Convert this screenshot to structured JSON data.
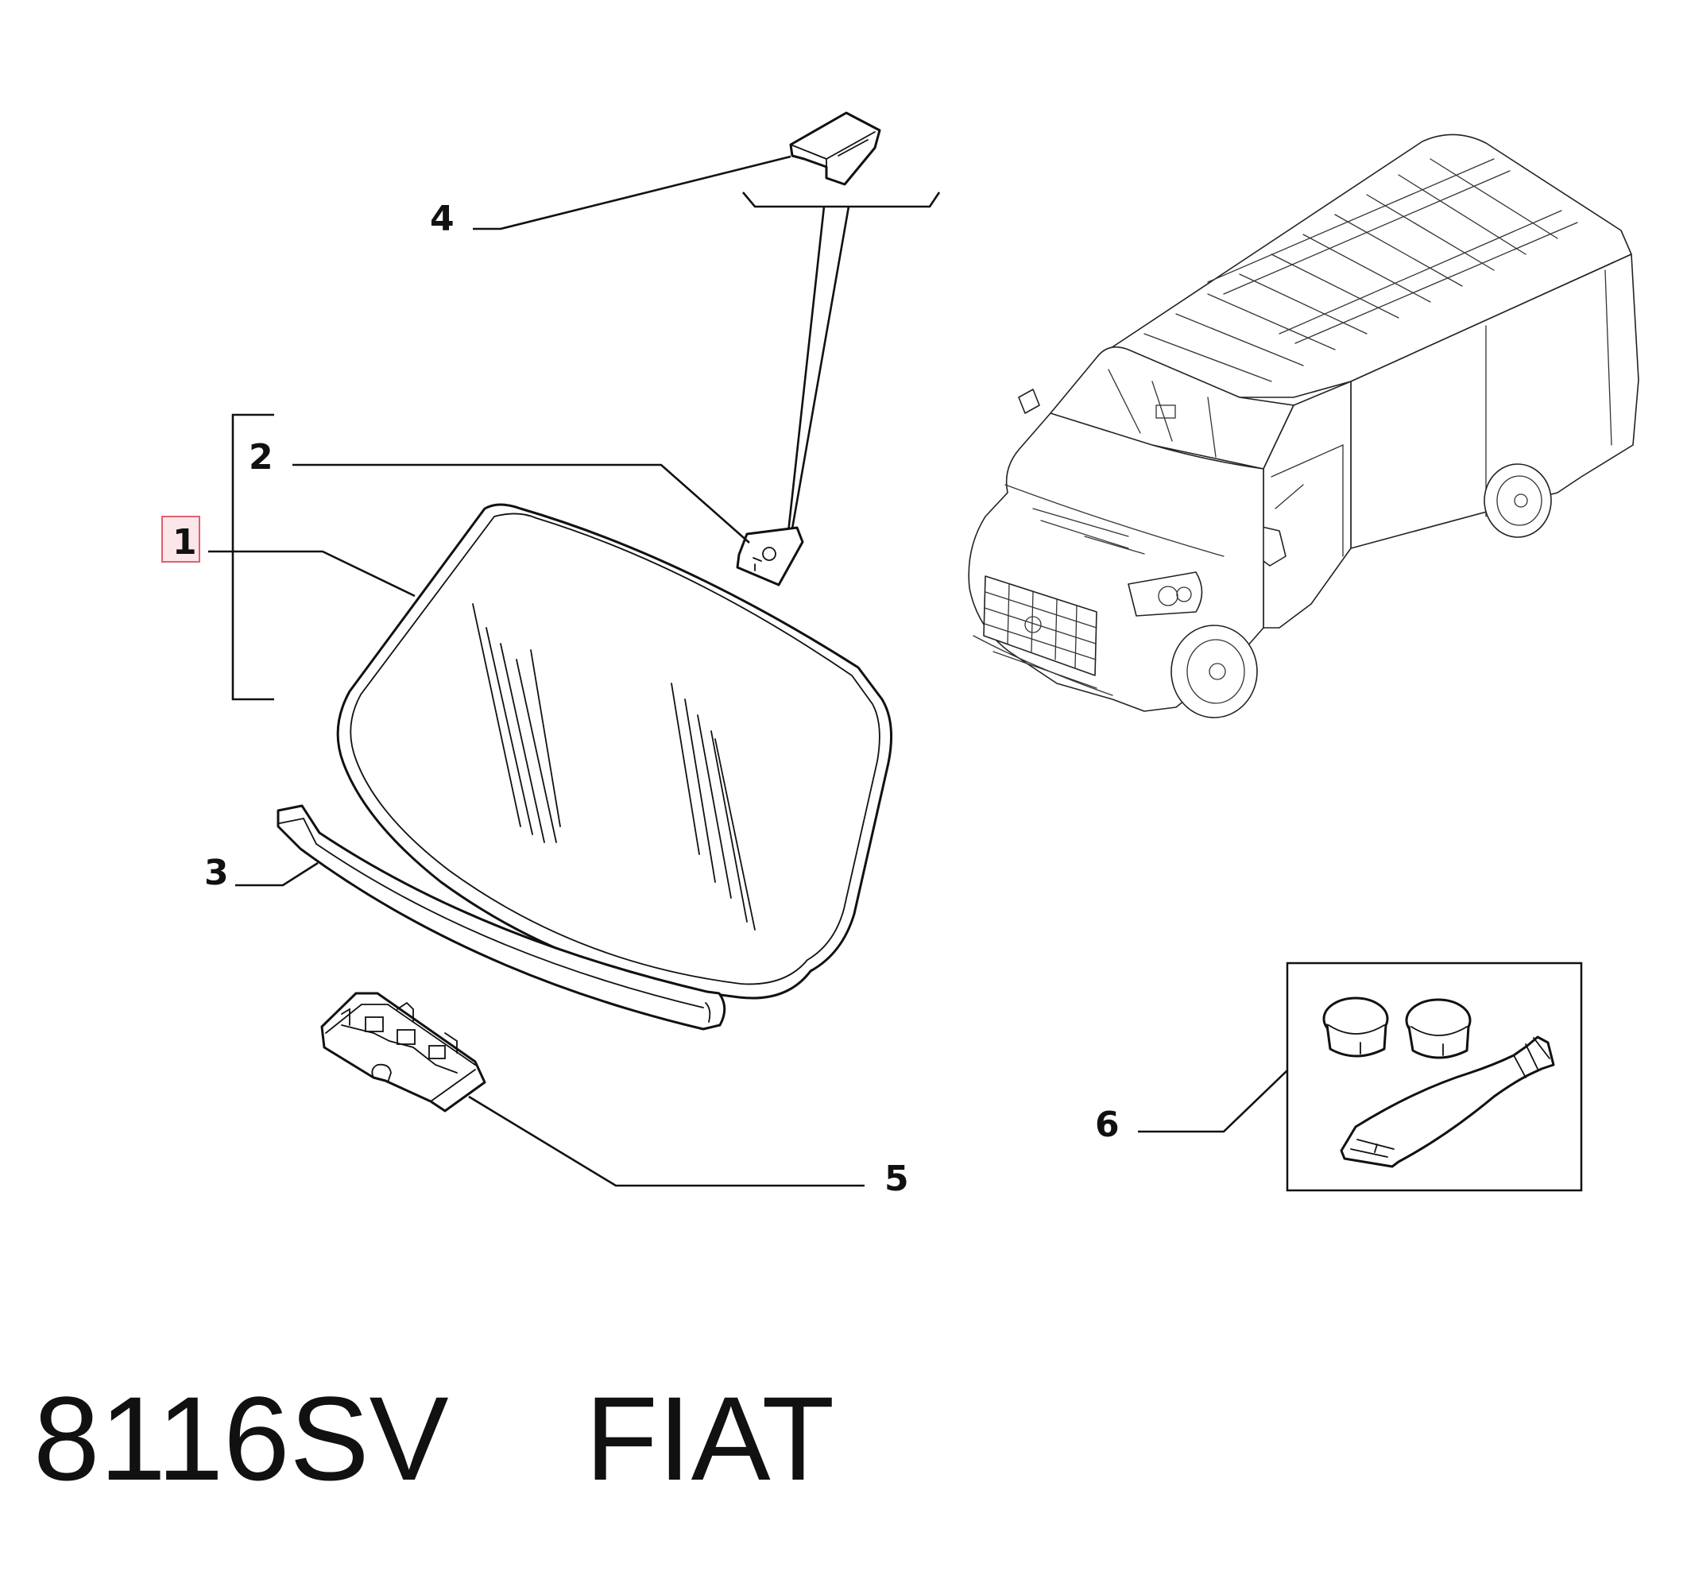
{
  "callouts": {
    "c1": "1",
    "c2": "2",
    "c3": "3",
    "c4": "4",
    "c5": "5",
    "c6": "6"
  },
  "highlighted_callout": "1",
  "highlight_color": "#e06070",
  "footer": {
    "code": "8116SV",
    "brand": "FIAT"
  }
}
